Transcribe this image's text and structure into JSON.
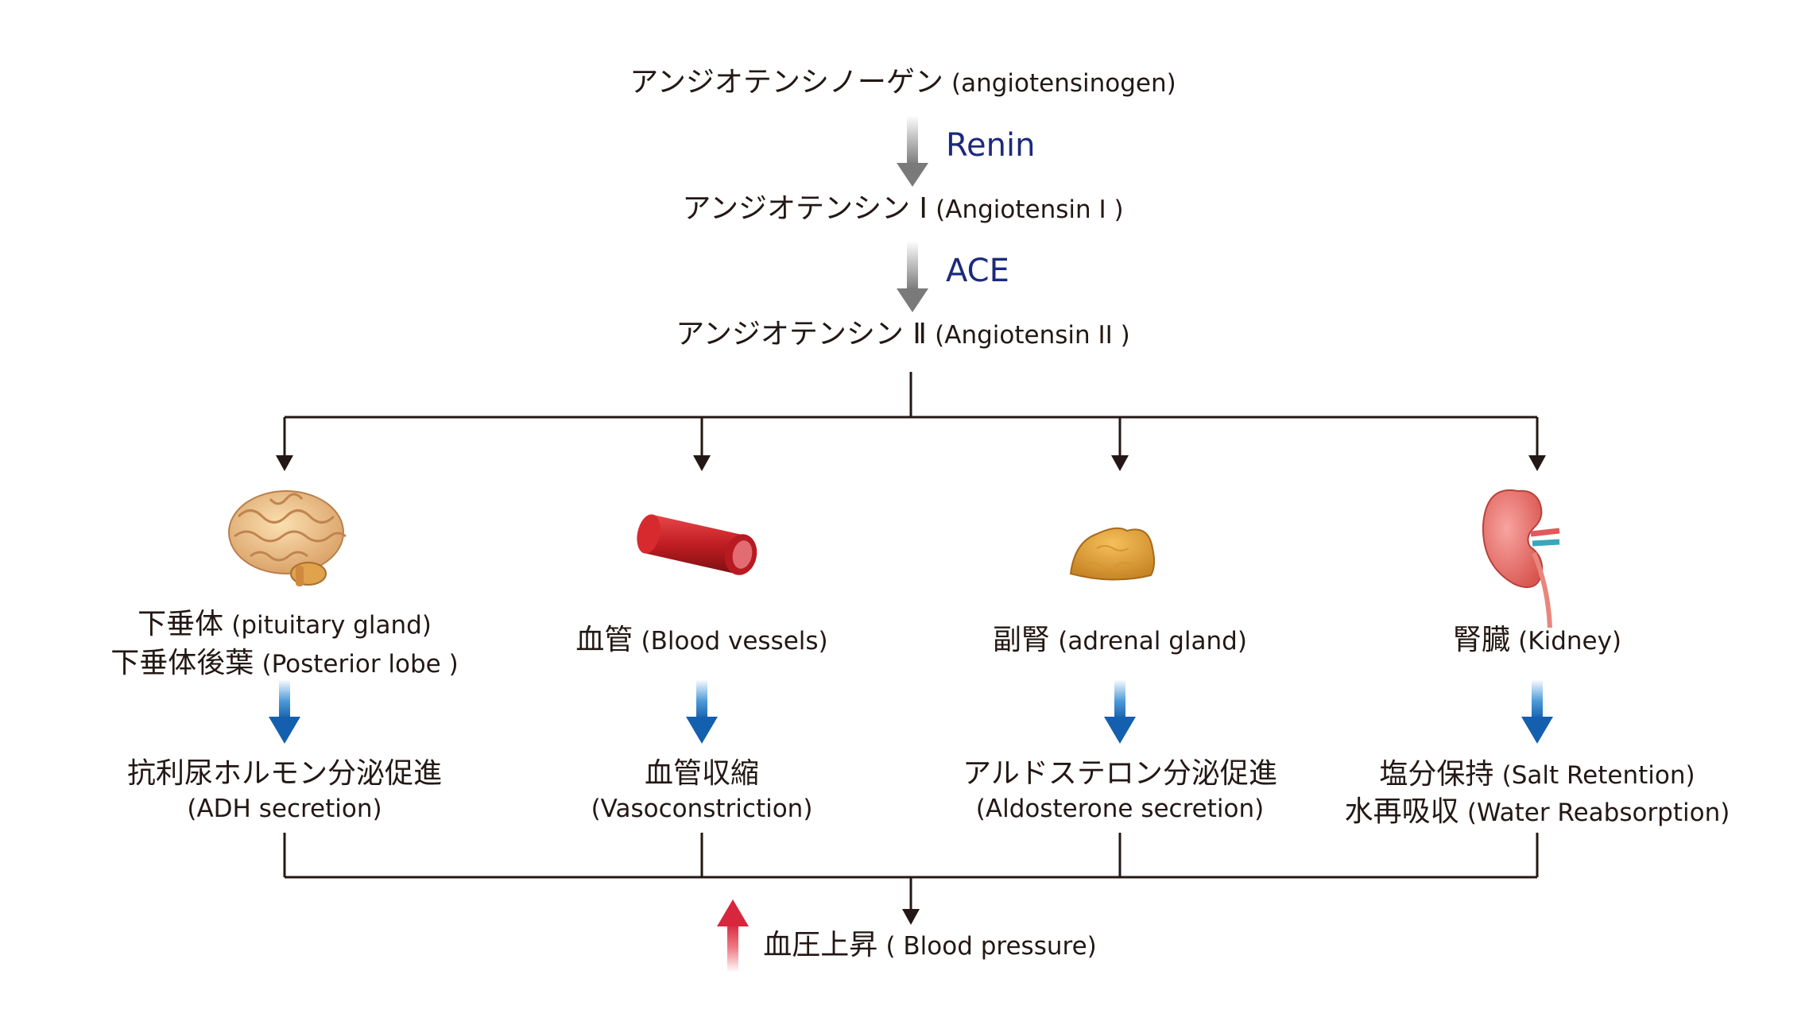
{
  "pathway": {
    "angiotensinogen": {
      "jp": "アンジオテンシノーゲン",
      "en": "(angiotensinogen)"
    },
    "renin": "Renin",
    "angiotensin1": {
      "jp": "アンジオテンシン Ⅰ",
      "en": "(Angiotensin I )"
    },
    "ace": "ACE",
    "angiotensin2": {
      "jp": "アンジオテンシン Ⅱ",
      "en": "(Angiotensin II )"
    }
  },
  "targets": {
    "pituitary": {
      "line1_jp": "下垂体",
      "line1_en": "(pituitary gland)",
      "line2_jp": "下垂体後葉",
      "line2_en": "(Posterior lobe )",
      "effect_jp": "抗利尿ホルモン分泌促進",
      "effect_en": "(ADH secretion)",
      "icon": "brain-icon"
    },
    "vessels": {
      "jp": "血管",
      "en": "(Blood vessels)",
      "effect_jp": "血管収縮",
      "effect_en": "(Vasoconstriction)",
      "icon": "blood-vessel-icon"
    },
    "adrenal": {
      "jp": "副腎",
      "en": "(adrenal gland)",
      "effect_jp": "アルドステロン分泌促進",
      "effect_en": "(Aldosterone secretion)",
      "icon": "adrenal-gland-icon"
    },
    "kidney": {
      "jp": "腎臓",
      "en": "(Kidney)",
      "effect1_jp": "塩分保持",
      "effect1_en": "(Salt Retention)",
      "effect2_jp": "水再吸収",
      "effect2_en": "(Water Reabsorption)",
      "icon": "kidney-icon"
    }
  },
  "result": {
    "jp": "血圧上昇",
    "en": "( Blood pressure)"
  },
  "colors": {
    "enzyme_text": "#1b2a7c",
    "blue_arrow": "#1f6fb8",
    "red_arrow": "#d7263d",
    "line": "#231815"
  }
}
